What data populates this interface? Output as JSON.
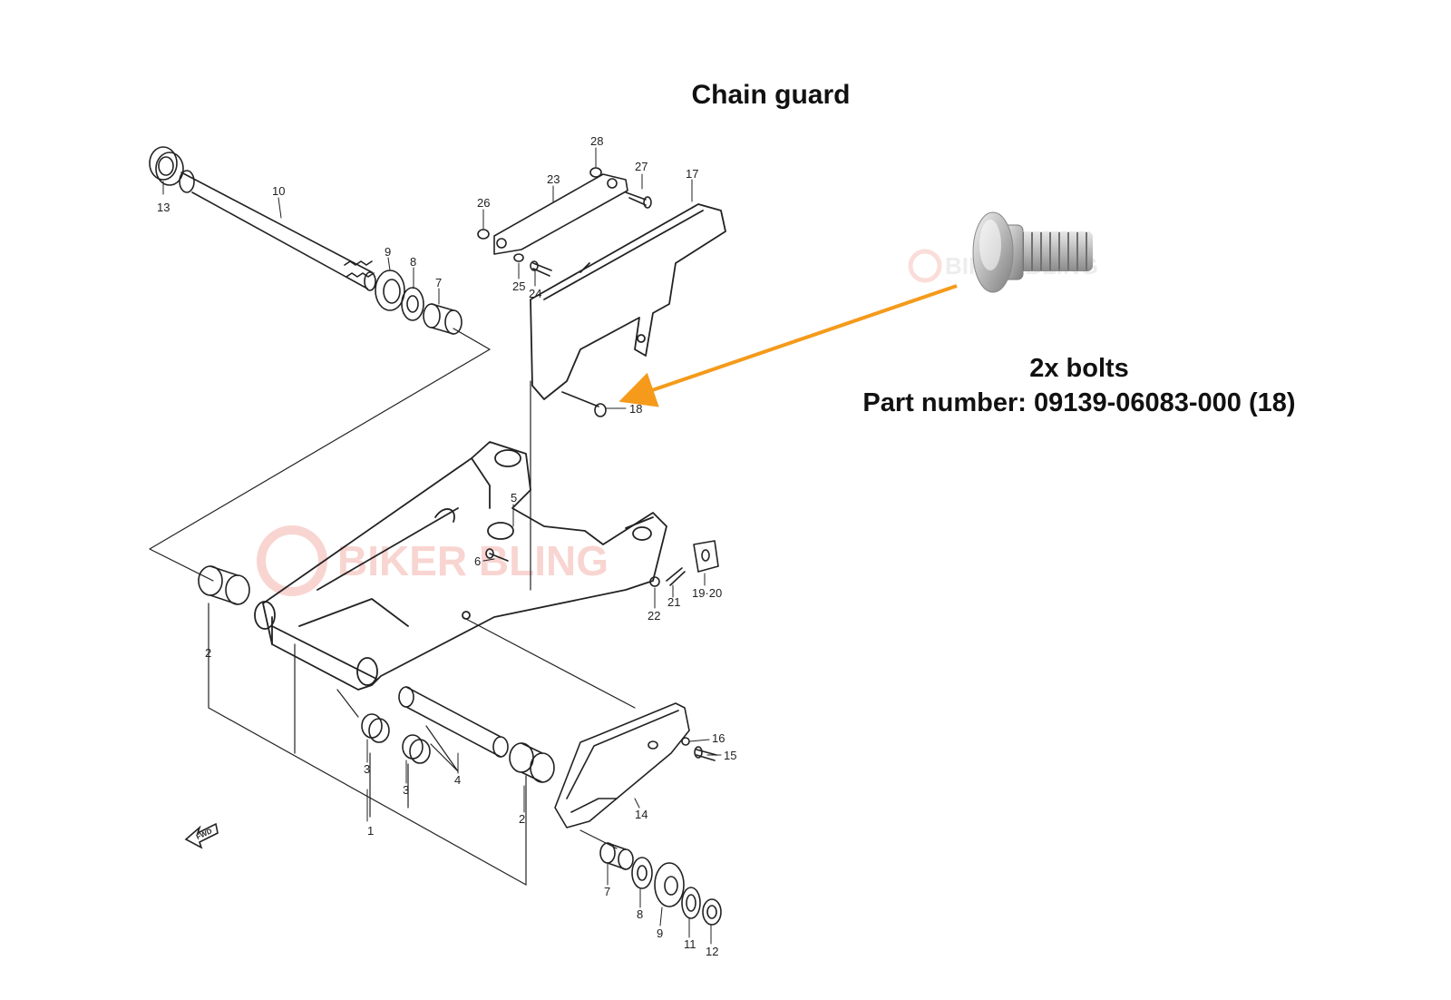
{
  "title": "Chain guard",
  "callout": {
    "line1": "2x bolts",
    "line2": "Part number: 09139-06083-000 (18)"
  },
  "watermark": "BIKER BLING",
  "fwd_label": "FWD",
  "colors": {
    "arrow": "#f59a1a",
    "line": "#222222",
    "watermark": "#f4b4ac"
  },
  "part_labels": [
    "1",
    "2",
    "2",
    "3",
    "3",
    "4",
    "5",
    "6",
    "7",
    "7",
    "8",
    "8",
    "9",
    "9",
    "10",
    "11",
    "12",
    "13",
    "14",
    "15",
    "16",
    "17",
    "18",
    "19·20",
    "21",
    "22",
    "23",
    "24",
    "25",
    "26",
    "27",
    "28"
  ]
}
